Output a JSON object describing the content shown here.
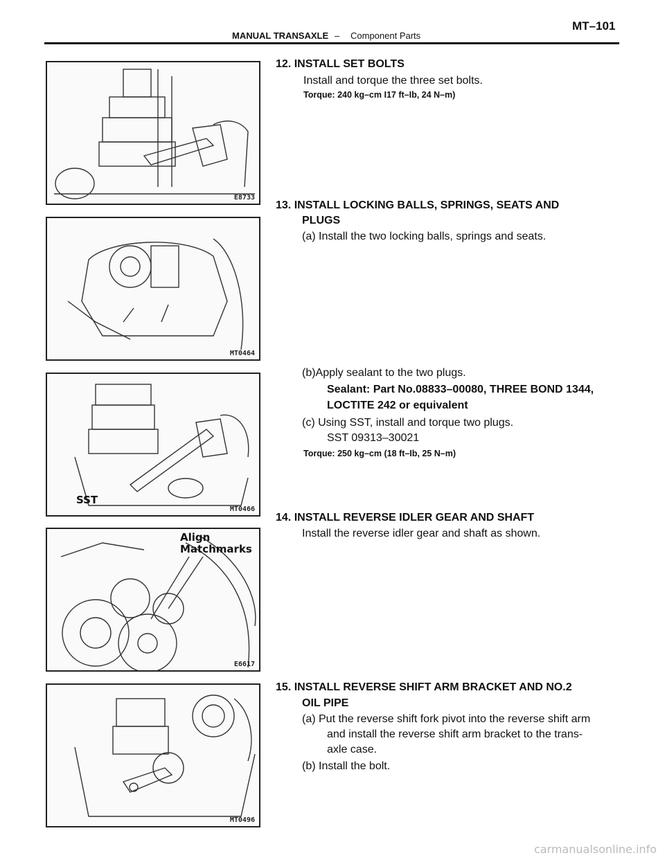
{
  "header": {
    "section": "MANUAL TRANSAXLE",
    "dash": "–",
    "subsection": "Component Parts",
    "page": "MT–101"
  },
  "figures": {
    "fig1": {
      "id": "E8733"
    },
    "fig2": {
      "id": "MT0464"
    },
    "fig3": {
      "id": "MT0466",
      "callout": "SST"
    },
    "fig4": {
      "id": "E6617",
      "callout_line1": "Align",
      "callout_line2": "Matchmarks"
    },
    "fig5": {
      "id": "MT0496"
    }
  },
  "steps": {
    "s12": {
      "title": "12. INSTALL SET BOLTS",
      "text": "Install and torque the three set bolts.",
      "torque": "Torque: 240 kg–cm I17 ft–Ib, 24 N–m)"
    },
    "s13": {
      "title_line1": "13. INSTALL LOCKING BALLS, SPRINGS, SEATS AND",
      "title_line2": "PLUGS",
      "a": "(a) Install the two locking balls, springs and seats.",
      "b": "(b)Apply sealant to the two plugs.",
      "sealant_line1": "Sealant: Part No.08833–00080, THREE BOND 1344,",
      "sealant_line2": "LOCTITE 242 or equivalent",
      "c": "(c) Using SST, install and torque two plugs.",
      "sst": "SST  09313–30021",
      "torque": "Torque: 250 kg–cm (18 ft–Ib, 25 N–m)"
    },
    "s14": {
      "title": "14. INSTALL REVERSE IDLER GEAR AND SHAFT",
      "text": "Install the reverse idler gear and shaft as shown."
    },
    "s15": {
      "title_line1": "15. INSTALL REVERSE SHIFT ARM BRACKET AND NO.2",
      "title_line2": "OIL PIPE",
      "a_line1": "(a) Put the reverse shift fork pivot into the reverse shift arm",
      "a_line2": "and install the reverse shift arm bracket to the trans-",
      "a_line3": "axle case.",
      "b": "(b) Install the bolt."
    }
  },
  "watermark": "carmanualsonline.info"
}
